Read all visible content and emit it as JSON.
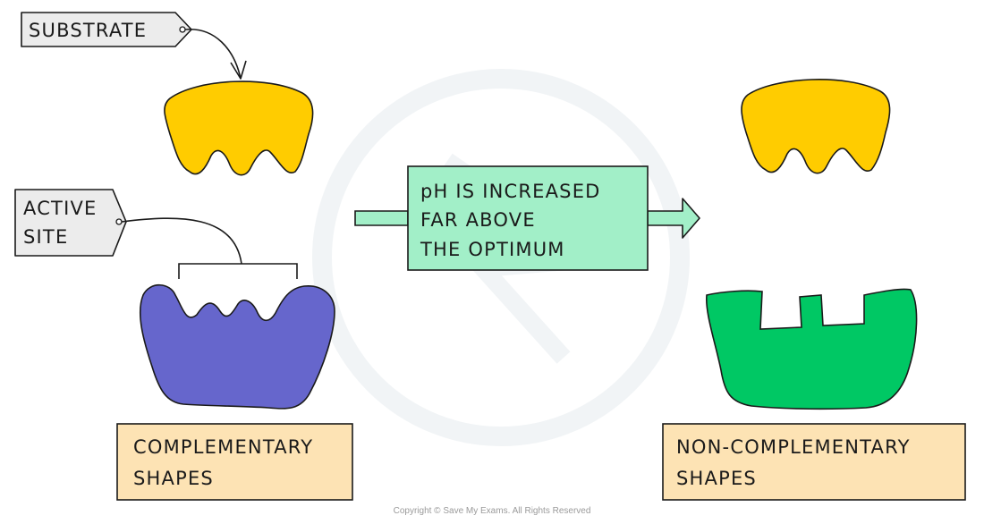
{
  "labels": {
    "substrate": "SUBSTRATE",
    "active_site": [
      "ACTIVE",
      "SITE"
    ],
    "process": [
      "pH IS INCREASED",
      "FAR ABOVE",
      "THE OPTIMUM"
    ],
    "left_caption": [
      "COMPLEMENTARY",
      "SHAPES"
    ],
    "right_caption": [
      "NON-COMPLEMENTARY",
      "SHAPES"
    ]
  },
  "copyright": "Copyright © Save My Exams. All Rights Reserved",
  "colors": {
    "substrate": "#ffcc00",
    "enzyme_normal": "#6666cc",
    "enzyme_denatured": "#00c864",
    "process_box": "#a2efc8",
    "caption_box": "#fde3b4",
    "tag": "#ececec",
    "watermark": "#f1f4f6"
  }
}
